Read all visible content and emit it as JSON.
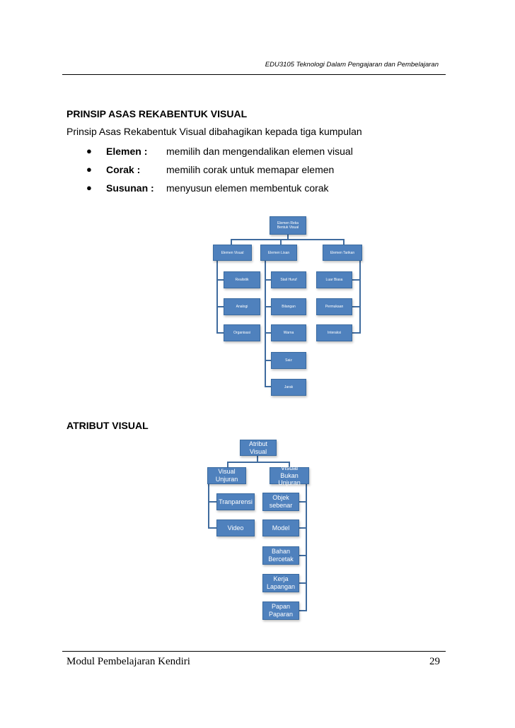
{
  "header": {
    "title": "EDU3105  Teknologi Dalam Pengajaran dan Pembelajaran"
  },
  "section1": {
    "title": "PRINSIP ASAS REKABENTUK VISUAL",
    "intro": "Prinsip Asas Rekabentuk Visual dibahagikan kepada tiga kumpulan",
    "bullets": [
      {
        "term": "Elemen :",
        "desc": "memilih dan mengendalikan elemen visual"
      },
      {
        "term": "Corak :",
        "desc": "memilih corak untuk memapar elemen"
      },
      {
        "term": "Susunan :",
        "desc": "menyusun elemen membentuk corak"
      }
    ]
  },
  "diagram1": {
    "root": "Elemen Reka Bentuk Visual",
    "branches": [
      {
        "label": "Elemen Visual",
        "children": [
          "Realistik",
          "Analogi",
          "Organisasi"
        ]
      },
      {
        "label": "Elemen Lisan",
        "children": [
          "Stail Huruf",
          "Bilangan",
          "Warna",
          "Saiz",
          "Jarak"
        ]
      },
      {
        "label": "Elemen Tarikan",
        "children": [
          "Luar Biasa",
          "Permukaan",
          "Interaksi"
        ]
      }
    ]
  },
  "section2": {
    "title": "ATRIBUT VISUAL"
  },
  "diagram2": {
    "root": "Atribut Visual",
    "branches": [
      {
        "label": "Visual Unjuran",
        "children": [
          "Tranparensi",
          "Video"
        ]
      },
      {
        "label": "Visual Bukan Unjuran",
        "children": [
          "Objek sebenar",
          "Model",
          "Bahan Bercetak",
          "Kerja Lapangan",
          "Papan Paparan"
        ]
      }
    ]
  },
  "footer": {
    "left": "Modul Pembelajaran Kendiri",
    "page": "29"
  }
}
